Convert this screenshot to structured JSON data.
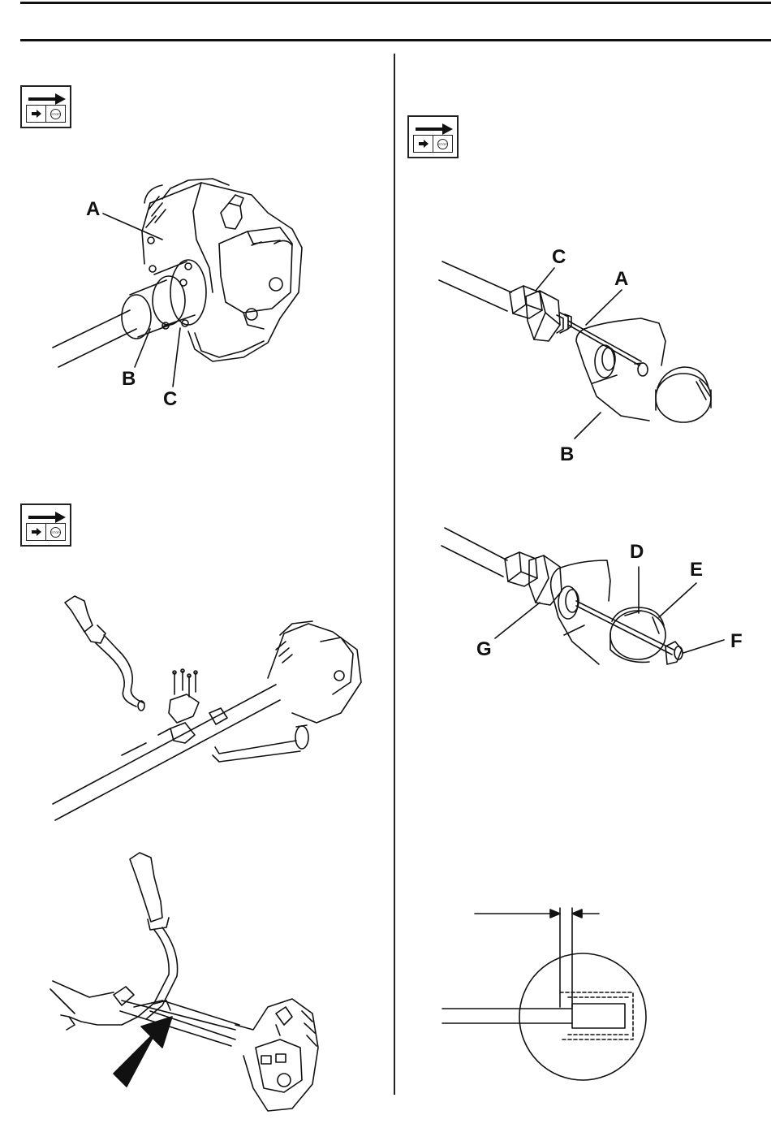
{
  "figure_labels": {
    "engine": {
      "a": "A",
      "b": "B",
      "c": "C"
    },
    "throttle_top": {
      "c": "C",
      "a": "A",
      "b": "B"
    },
    "throttle_bottom": {
      "d": "D",
      "e": "E",
      "f": "F",
      "g": "G"
    }
  },
  "icons": {
    "instruction": "arrow-stop-instruction-icon",
    "stop_text": "STOP"
  }
}
